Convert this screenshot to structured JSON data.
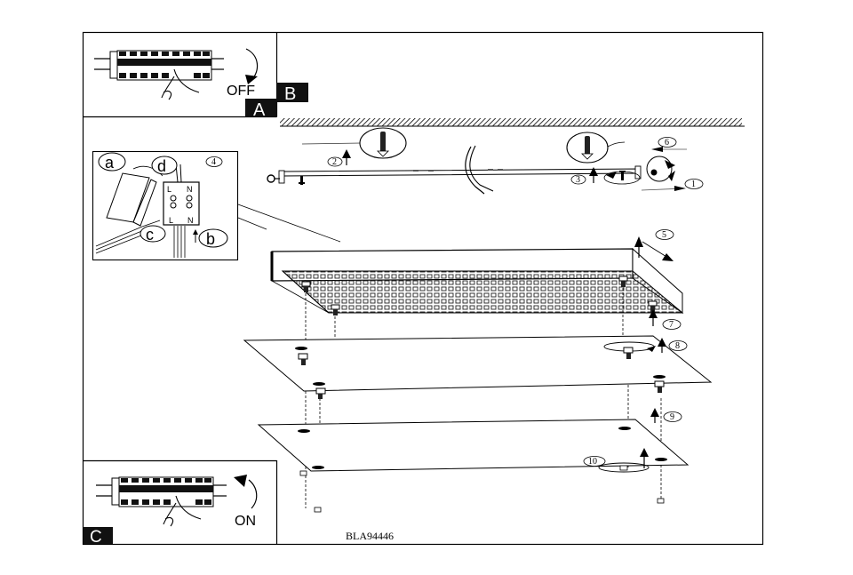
{
  "document": {
    "title": "Ceiling lamp installation instructions",
    "model_code": "BLA94446"
  },
  "panels": {
    "A": {
      "badge": "A"
    },
    "B": {
      "badge": "B",
      "action_label": "OFF"
    },
    "C": {
      "badge": "C",
      "action_label": "ON"
    }
  },
  "wiring_detail": {
    "step": "4",
    "callouts": [
      "a",
      "b",
      "c",
      "d"
    ],
    "terminal_labels": [
      "L",
      "N"
    ]
  },
  "steps": [
    "1",
    "2",
    "3",
    "5",
    "6",
    "7",
    "8",
    "9",
    "10"
  ],
  "icons": [
    "circuit-breaker-icon",
    "hand-icon",
    "wall-plug-icon",
    "screw-icon",
    "arrow-icon"
  ]
}
